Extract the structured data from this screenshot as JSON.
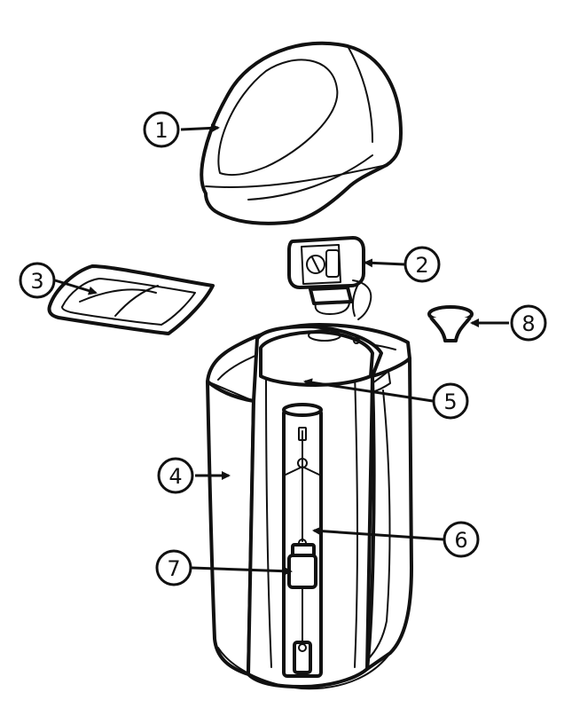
{
  "callouts": [
    {
      "label": "1"
    },
    {
      "label": "2"
    },
    {
      "label": "3"
    },
    {
      "label": "4"
    },
    {
      "label": "5"
    },
    {
      "label": "6"
    },
    {
      "label": "7"
    },
    {
      "label": "8"
    }
  ],
  "colors": {
    "line": "#111111",
    "background": "#ffffff",
    "body_fill": "#ffffff"
  }
}
